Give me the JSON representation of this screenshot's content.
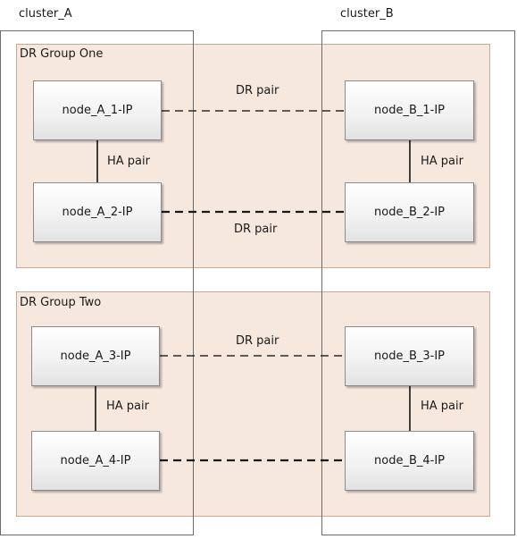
{
  "clusters": {
    "a": {
      "label": "cluster_A"
    },
    "b": {
      "label": "cluster_B"
    }
  },
  "groups": [
    {
      "title": "DR Group One",
      "nodes": {
        "a_top": "node_A_1-IP",
        "a_bottom": "node_A_2-IP",
        "b_top": "node_B_1-IP",
        "b_bottom": "node_B_2-IP"
      },
      "dr_top_label": "DR pair",
      "dr_bottom_label": "DR pair",
      "ha_left_label": "HA pair",
      "ha_right_label": "HA pair"
    },
    {
      "title": "DR Group Two",
      "nodes": {
        "a_top": "node_A_3-IP",
        "a_bottom": "node_A_4-IP",
        "b_top": "node_B_3-IP",
        "b_bottom": "node_B_4-IP"
      },
      "dr_top_label": "DR pair",
      "ha_left_label": "HA pair",
      "ha_right_label": "HA pair"
    }
  ],
  "colors": {
    "group_fill": "#f7e8de",
    "group_border": "#c9a896",
    "cluster_border": "#6b6b6b",
    "line": "#2b2b2b"
  }
}
